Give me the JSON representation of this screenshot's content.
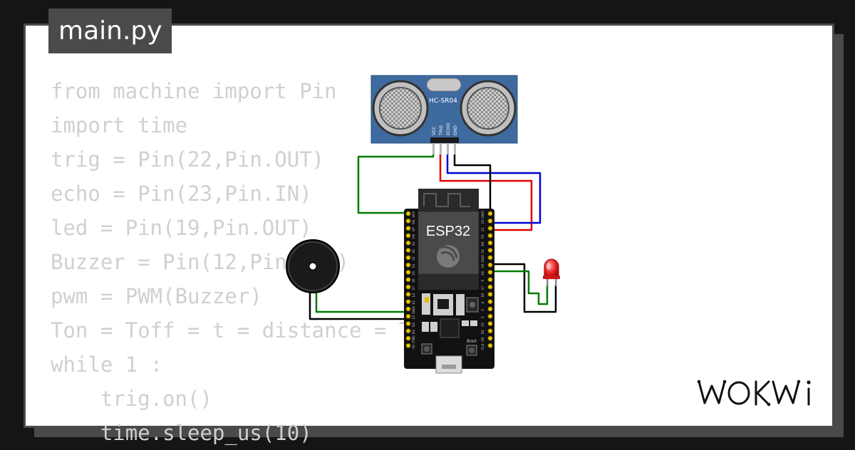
{
  "tab": {
    "filename": "main.py"
  },
  "code": {
    "lines": [
      "from machine import Pin",
      "import time",
      "trig = Pin(22,Pin.OUT)",
      "echo = Pin(23,Pin.IN)",
      "led = Pin(19,Pin.OUT)",
      "Buzzer = Pin(12,Pin.OUT)",
      "pwm = PWM(Buzzer)",
      "Ton = Toff = t = distance = T = 0",
      "while 1 :",
      "    trig.on()",
      "    time.sleep_us(10)"
    ]
  },
  "sensor": {
    "label": "HC-SR04",
    "pins": [
      "VCC",
      "TRIG",
      "ECHO",
      "GND"
    ]
  },
  "board": {
    "label": "ESP32",
    "left_pins": [
      "3V3",
      "EN",
      "VP",
      "VN",
      "34",
      "35",
      "32",
      "33",
      "25",
      "26",
      "27",
      "14",
      "12",
      "GND",
      "13",
      "D2",
      "D3",
      "CMD",
      "5V"
    ],
    "right_pins": [
      "GND",
      "23",
      "22",
      "TX",
      "RX",
      "21",
      "GND",
      "19",
      "18",
      "5",
      "17",
      "16",
      "4",
      "0",
      "2",
      "15",
      "D1",
      "D0",
      "CLK"
    ],
    "button_label": "Boot"
  },
  "colors": {
    "wire_green": "#007a00",
    "wire_red": "#e00000",
    "wire_blue": "#0000d0",
    "wire_black": "#000000",
    "sensor_blue": "#3e6aa0",
    "board": "#111111",
    "led": "#e02020",
    "code_text": "#d0d0d0",
    "frame": "#4a4a4a"
  },
  "brand": {
    "logo": "WOKWI"
  }
}
